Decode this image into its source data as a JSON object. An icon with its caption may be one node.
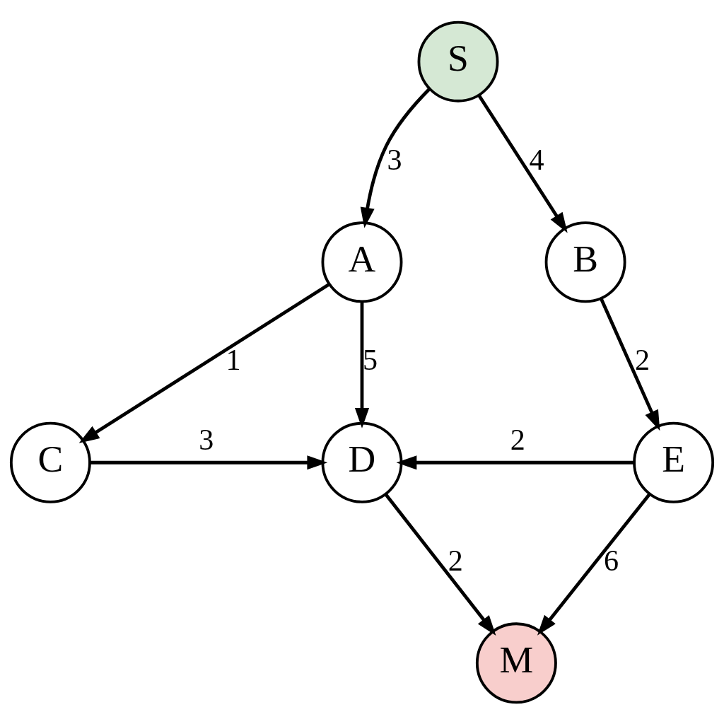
{
  "diagram": {
    "nodes": [
      {
        "text": [
          "S"
        ]
      },
      {
        "text": [
          "A"
        ]
      },
      {
        "text": [
          "B"
        ]
      },
      {
        "text": [
          "C"
        ]
      },
      {
        "text": [
          "D"
        ]
      },
      {
        "text": [
          "E"
        ]
      },
      {
        "text": [
          "M"
        ]
      }
    ],
    "edges": [
      {
        "from": 0,
        "to": 1,
        "arrow": "to",
        "label": "3"
      },
      {
        "from": 0,
        "to": 2,
        "arrow": "to",
        "label": "4"
      },
      {
        "from": 1,
        "to": 3,
        "arrow": "to",
        "label": "1"
      },
      {
        "from": 1,
        "to": 4,
        "arrow": "to",
        "label": "5"
      },
      {
        "from": 2,
        "to": 5,
        "arrow": "to",
        "label": "2"
      },
      {
        "from": 3,
        "to": 4,
        "arrow": "to",
        "label": "3"
      },
      {
        "from": 5,
        "to": 4,
        "arrow": "to",
        "label": "2"
      },
      {
        "from": 4,
        "to": 6,
        "arrow": "to",
        "label": "2"
      },
      {
        "from": 5,
        "to": 6,
        "arrow": "to",
        "label": "6"
      }
    ]
  }
}
